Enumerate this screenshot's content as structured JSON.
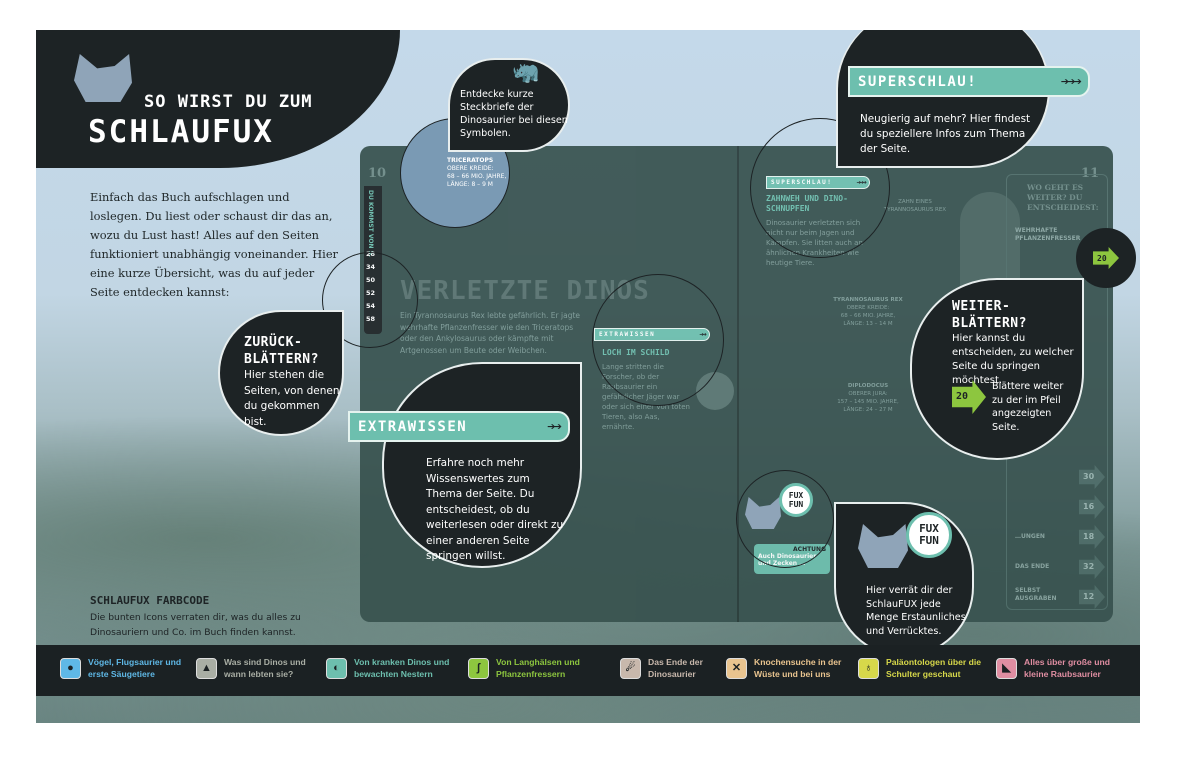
{
  "header": {
    "line1": "SO WIRST DU ZUM",
    "line2": "SCHLAUFUX"
  },
  "intro": "Einfach das Buch aufschlagen und loslegen. Du liest oder schaust dir das an, wozu du Lust hast! Alles auf den Seiten funktioniert unabhängig voneinander. Hier eine kurze Übersicht, was du auf jeder Seite entdecken kannst:",
  "book": {
    "left_page_number": "10",
    "right_page_number": "11",
    "side_label": "DU KOMMST VON S.",
    "back_pages": [
      "28",
      "34",
      "50",
      "52",
      "54",
      "58"
    ],
    "title": "VERLETZTE DINOS",
    "intro_text": "Ein Tyrannosaurus Rex lebte gefährlich. Er jagte wehrhafte Pflanzenfresser wie den Triceratops oder den Ankylosaurus oder kämpfte mit Artgenossen um Beute oder Weibchen.",
    "triceratops": {
      "name": "TRICERATOPS",
      "period": "OBERE KREIDE:",
      "age": "68 – 66 MIO. JAHRE,",
      "length": "LÄNGE: 8 – 9 M"
    },
    "extra_small": "EXTRAWISSEN",
    "extra_heading": "LOCH IM SCHILD",
    "extra_text": "Lange stritten die Forscher, ob der Raubsaurier ein gefährlicher Jäger war oder sich einer von toten Tieren, also Aas, ernährte.",
    "super_small": "SUPERSCHLAU!",
    "super_heading": "ZAHNWEH UND DINO-SCHNUPFEN",
    "super_text": "Dinosaurier verletzten sich nicht nur beim Jagen und Kämpfen. Sie litten auch an ähnlichen Krankheiten wie heutige Tiere.",
    "tooth_label": "ZAHN EINES TYRANNOSAURUS REX",
    "trex": {
      "name": "TYRANNOSAURUS REX",
      "period": "OBERE KREIDE:",
      "age": "68 – 66 MIO. JAHRE,",
      "length": "LÄNGE: 13 – 14 M"
    },
    "diplo": {
      "name": "DIPLODOCUS",
      "period": "OBERER JURA:",
      "age": "157 – 145 MIO. JAHRE,",
      "length": "LÄNGE: 24 – 27 M"
    },
    "where_next": "WO GEHT ES WEITER? DU ENTSCHEIDEST:",
    "next_items": [
      {
        "title": "WEHRHAFTE PFLANZENFRESSER",
        "page": "20"
      },
      {
        "title": "",
        "page": "30"
      },
      {
        "title": "",
        "page": "16"
      },
      {
        "title": "…UNGEN",
        "page": "18"
      },
      {
        "title": "DAS ENDE",
        "page": "32"
      },
      {
        "title": "SELBST AUSGRABEN",
        "page": "12"
      }
    ],
    "fun_small": "ACHTUNG",
    "fun_text": "Auch Dinosaurier und Zecken …"
  },
  "bubbles": {
    "steckbrief": "Entdecke kurze Steckbriefe der Dinosaurier bei diesen Symbolen.",
    "superschlau_label": "SUPERSCHLAU!",
    "superschlau_text": "Neugierig auf mehr? Hier findest du speziellere Infos zum Thema der Seite.",
    "back_title": "ZURÜCK-BLÄTTERN?",
    "back_text": "Hier stehen die Seiten, von denen du gekommen bist.",
    "extra_label": "EXTRAWISSEN",
    "extra_text": "Erfahre noch mehr Wissenswertes zum Thema der Seite. Du entscheidest, ob du weiterlesen oder direkt zu einer anderen Seite springen willst.",
    "next_title": "WEITER-BLÄTTERN?",
    "next_text": "Hier kannst du entscheiden, zu welcher Seite du springen möchtest.",
    "next_arrow": "20",
    "next_arrow_text": "Blättere weiter zu der im Pfeil angezeigten Seite.",
    "fun_badge": "FUX FUN",
    "fun_text": "Hier verrät dir der SchlauFUX jede Menge Erstaunliches und Verrücktes."
  },
  "colorcode": {
    "title": "SCHLAUFUX FARBCODE",
    "text": "Die bunten Icons verraten dir, was du alles zu Dinosauriern und Co. im Buch finden kannst.",
    "items": [
      {
        "label": "Vögel, Flugsaurier und erste Säugetiere",
        "color": "#5fb8e6",
        "icon": "mammal-icon"
      },
      {
        "label": "Was sind Dinos und wann lebten sie?",
        "color": "#a9aea4",
        "icon": "triceratops-icon"
      },
      {
        "label": "Von kranken Dinos und bewachten Nestern",
        "color": "#6dbfae",
        "icon": "egg-icon"
      },
      {
        "label": "Von Langhälsen und Pflanzenfressern",
        "color": "#8dc63f",
        "icon": "longneck-icon"
      },
      {
        "label": "Das Ende der Dinosaurier",
        "color": "#c8b8ac",
        "icon": "meteor-icon"
      },
      {
        "label": "Knochensuche in der Wüste und bei uns",
        "color": "#e9c48f",
        "icon": "bones-shovel-icon"
      },
      {
        "label": "Paläontologen über die Schulter geschaut",
        "color": "#d7d84a",
        "icon": "microscope-icon"
      },
      {
        "label": "Alles über große und kleine Raubsaurier",
        "color": "#e08ea2",
        "icon": "raptor-icon"
      }
    ]
  }
}
